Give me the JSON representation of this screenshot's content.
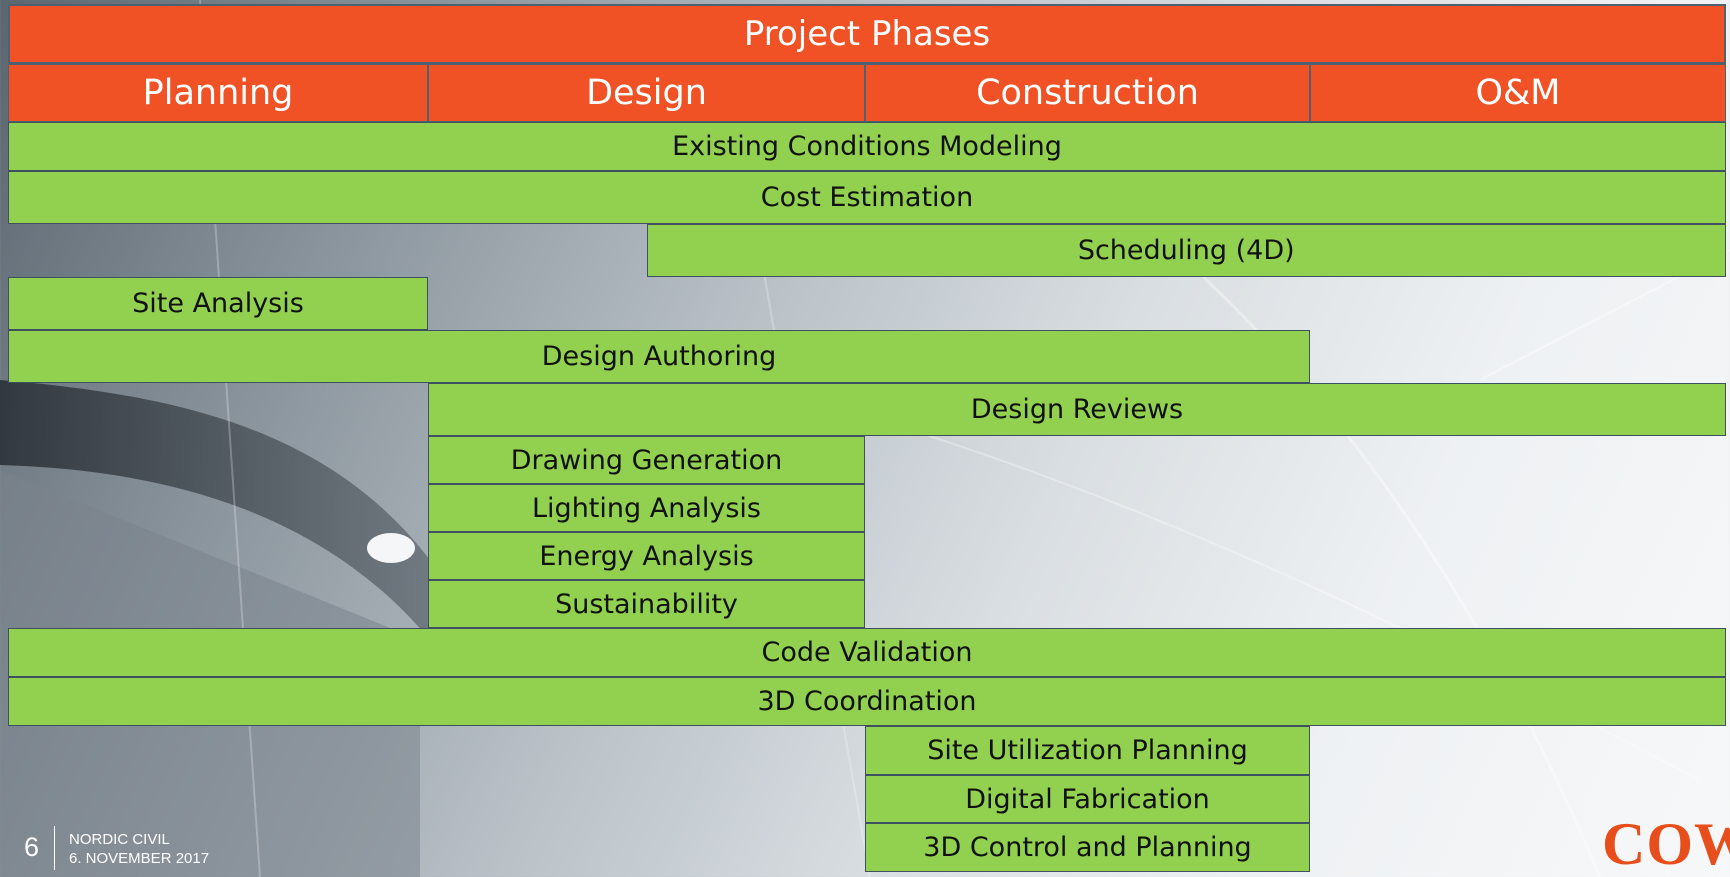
{
  "diagram": {
    "title": "Project Phases",
    "phases": [
      "Planning",
      "Design",
      "Construction",
      "O&M"
    ],
    "tasks": [
      {
        "label": "Existing Conditions Modeling",
        "start": 0,
        "end": 4
      },
      {
        "label": "Cost Estimation",
        "start": 0,
        "end": 4
      },
      {
        "label": "Scheduling (4D)",
        "start": 1.5,
        "end": 4
      },
      {
        "label": "Site Analysis",
        "start": 0,
        "end": 1
      },
      {
        "label": "Design Authoring",
        "start": 0,
        "end": 3
      },
      {
        "label": "Design Reviews",
        "start": 1,
        "end": 4
      },
      {
        "label": "Drawing Generation",
        "start": 1,
        "end": 2
      },
      {
        "label": "Lighting Analysis",
        "start": 1,
        "end": 2
      },
      {
        "label": "Energy Analysis",
        "start": 1,
        "end": 2
      },
      {
        "label": "Sustainability",
        "start": 1,
        "end": 2
      },
      {
        "label": "Code Validation",
        "start": 0,
        "end": 4
      },
      {
        "label": "3D Coordination",
        "start": 0,
        "end": 4
      },
      {
        "label": "Site Utilization Planning",
        "start": 2,
        "end": 3
      },
      {
        "label": "Digital Fabrication",
        "start": 2,
        "end": 3
      },
      {
        "label": "3D Control and Planning",
        "start": 2,
        "end": 3
      }
    ]
  },
  "footer": {
    "page_number": "6",
    "line1": "NORDIC CIVIL",
    "line2": "6. NOVEMBER 2017",
    "logo": "COW"
  },
  "colors": {
    "phase_bar": "#f05125",
    "task_bar": "#92d050",
    "border": "#4f6071",
    "logo": "#e84e1b"
  }
}
